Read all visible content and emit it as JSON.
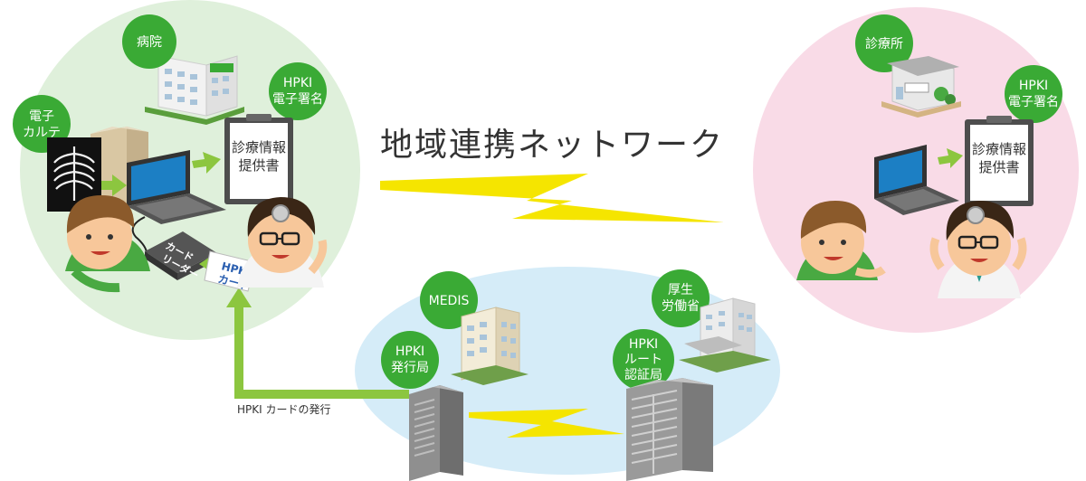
{
  "title": "地域連携ネットワーク",
  "hospital": {
    "badge": "病院",
    "emr_badge": [
      "電子",
      "カルテ"
    ],
    "hpki_badge": [
      "HPKI",
      "電子署名"
    ],
    "document": [
      "診療情報",
      "提供書"
    ],
    "card_reader": [
      "カード",
      "リーダー"
    ],
    "hpki_card": [
      "HPKI",
      "カード"
    ]
  },
  "clinic": {
    "badge": "診療所",
    "hpki_badge": [
      "HPKI",
      "電子署名"
    ],
    "document": [
      "診療情報",
      "提供書"
    ]
  },
  "certification": {
    "medis_badge": "MEDIS",
    "mhlw_badge": [
      "厚生",
      "労働省"
    ],
    "issuer_badge": [
      "HPKI",
      "発行局"
    ],
    "root_badge": [
      "HPKI",
      "ルート",
      "認証局"
    ]
  },
  "issue_caption": "HPKI カードの発行",
  "colors": {
    "hospital_bg": "#dff0db",
    "clinic_bg": "#f9dbe7",
    "cert_bg": "#d5ecf8",
    "badge_green": "#3aaa35",
    "arrow_green": "#8cc63f",
    "lightning": "#f5e500"
  }
}
